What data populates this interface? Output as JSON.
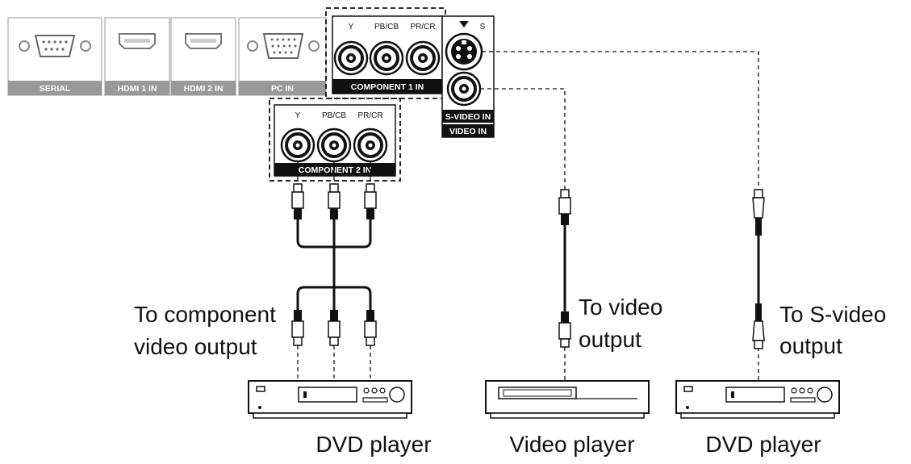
{
  "panel": {
    "serial": "SERIAL",
    "hdmi1": "HDMI 1 IN",
    "hdmi2": "HDMI 2 IN",
    "pc": "PC IN",
    "component1": "COMPONENT 1 IN",
    "component2": "COMPONENT 2 IN",
    "svideo_in": "S-VIDEO IN",
    "video_in": "VIDEO IN",
    "svideo_s": "S",
    "jacks": {
      "y": "Y",
      "pb": "PB/CB",
      "pr": "PR/CR"
    }
  },
  "labels": {
    "comp_line1": "To component",
    "comp_line2": "video output",
    "video_line1": "To video",
    "video_line2": "output",
    "svideo_line1": "To S-video",
    "svideo_line2": "output"
  },
  "devices": {
    "dvd1": "DVD player",
    "video": "Video player",
    "dvd2": "DVD player"
  }
}
